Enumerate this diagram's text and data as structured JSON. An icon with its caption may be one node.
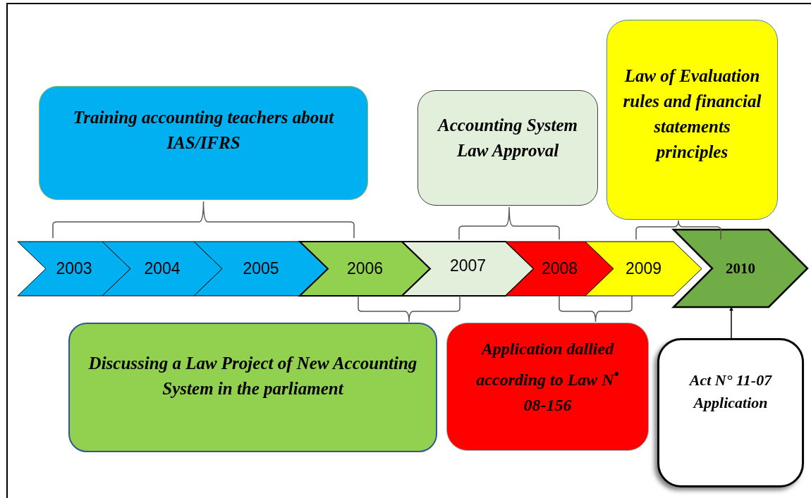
{
  "diagram": {
    "nodes": [
      {
        "text": [
          "Training accounting teachers about IAS/IFRS"
        ]
      },
      {
        "text": [
          "Accounting System Law Approval"
        ]
      },
      {
        "text": [
          "Law of Evaluation rules and financial statements principles"
        ]
      },
      {
        "text": [
          "2003"
        ]
      },
      {
        "text": [
          "2004"
        ]
      },
      {
        "text": [
          "2005"
        ]
      },
      {
        "text": [
          "2006"
        ]
      },
      {
        "text": [
          "2007"
        ]
      },
      {
        "text": [
          "2008"
        ]
      },
      {
        "text": [
          "2009"
        ]
      },
      {
        "text": [
          "2010"
        ]
      },
      {
        "text": [
          "Discussing a Law Project of New Accounting System in the parliament"
        ]
      },
      {
        "text": [
          "Application dallied according to Law N$^{•}$ 08-156"
        ]
      },
      {
        "text": [
          "Act N° 11-07 Application"
        ]
      }
    ],
    "edges": [
      {
        "from": 13,
        "to": 10,
        "arrow": "to"
      }
    ]
  }
}
